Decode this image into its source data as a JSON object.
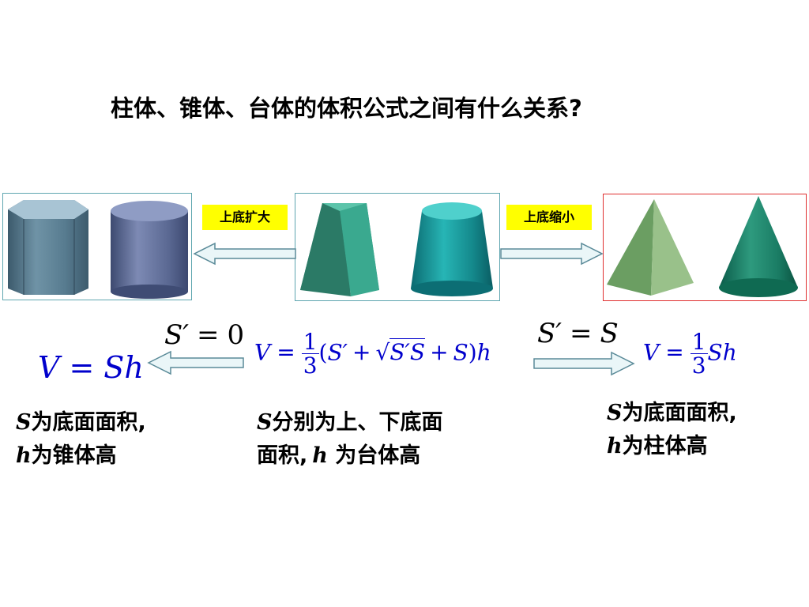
{
  "title": "柱体、锥体、台体的体积公式之间有什么关系?",
  "arrow_left_label": "上底扩大",
  "arrow_right_label": "上底缩小",
  "colors": {
    "formula": "#0000cc",
    "tag_bg": "#ffff00",
    "left_panel_border": "#5fa6b0",
    "middle_panel_border": "#5fa6b0",
    "right_panel_border": "#e03030"
  },
  "cond_left": {
    "lhs": "S′",
    "op": "=",
    "rhs": "0"
  },
  "cond_right": {
    "lhs": "S′",
    "op": "=",
    "rhs": "S"
  },
  "formula_prism": {
    "lhs": "V",
    "op": "=",
    "rhs": "Sh"
  },
  "formula_frustum": {
    "lhs": "V",
    "op": "=",
    "num": "1",
    "den": "3",
    "open": "(",
    "t1": "S′",
    "plus1": "+",
    "root": "S′S",
    "plus2": "+",
    "t3": "S",
    "close": ")",
    "h": "h"
  },
  "formula_pyramid": {
    "lhs": "V",
    "op": "=",
    "num": "1",
    "den": "3",
    "rhs": "Sh"
  },
  "note_left": {
    "line1_var": "S",
    "line1_text": "为底面面积,",
    "line2_var": "h",
    "line2_text": "为锥体高"
  },
  "note_middle": {
    "line1_var": "S",
    "line1_text": "分别为上、下底面",
    "line2_text": "面积,",
    "line2_var": "h",
    "line2_text2": " 为台体高"
  },
  "note_right": {
    "line1_var": "S",
    "line1_text": "为底面面积,",
    "line2_var": "h",
    "line2_text": "为柱体高"
  }
}
